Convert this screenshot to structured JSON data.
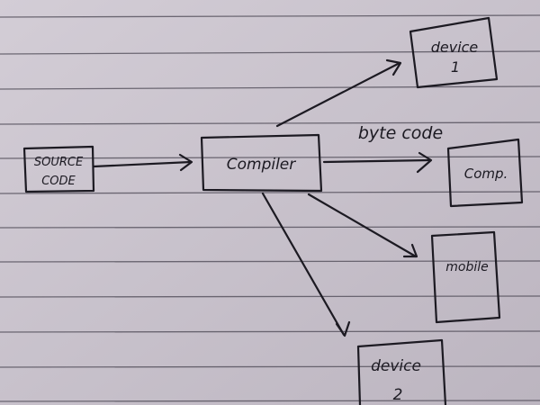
{
  "diagram": {
    "source": {
      "line1": "SOURCE",
      "line2": "CODE"
    },
    "compiler": "Compiler",
    "edge_label": "byte code",
    "targets": {
      "device1": {
        "line1": "device",
        "line2": "1"
      },
      "comp": "Comp.",
      "mobile": "mobile",
      "device2": {
        "line1": "device",
        "line2": "2"
      }
    }
  },
  "colors": {
    "paper": "#c8c2cc",
    "ink": "#1c1a22"
  }
}
